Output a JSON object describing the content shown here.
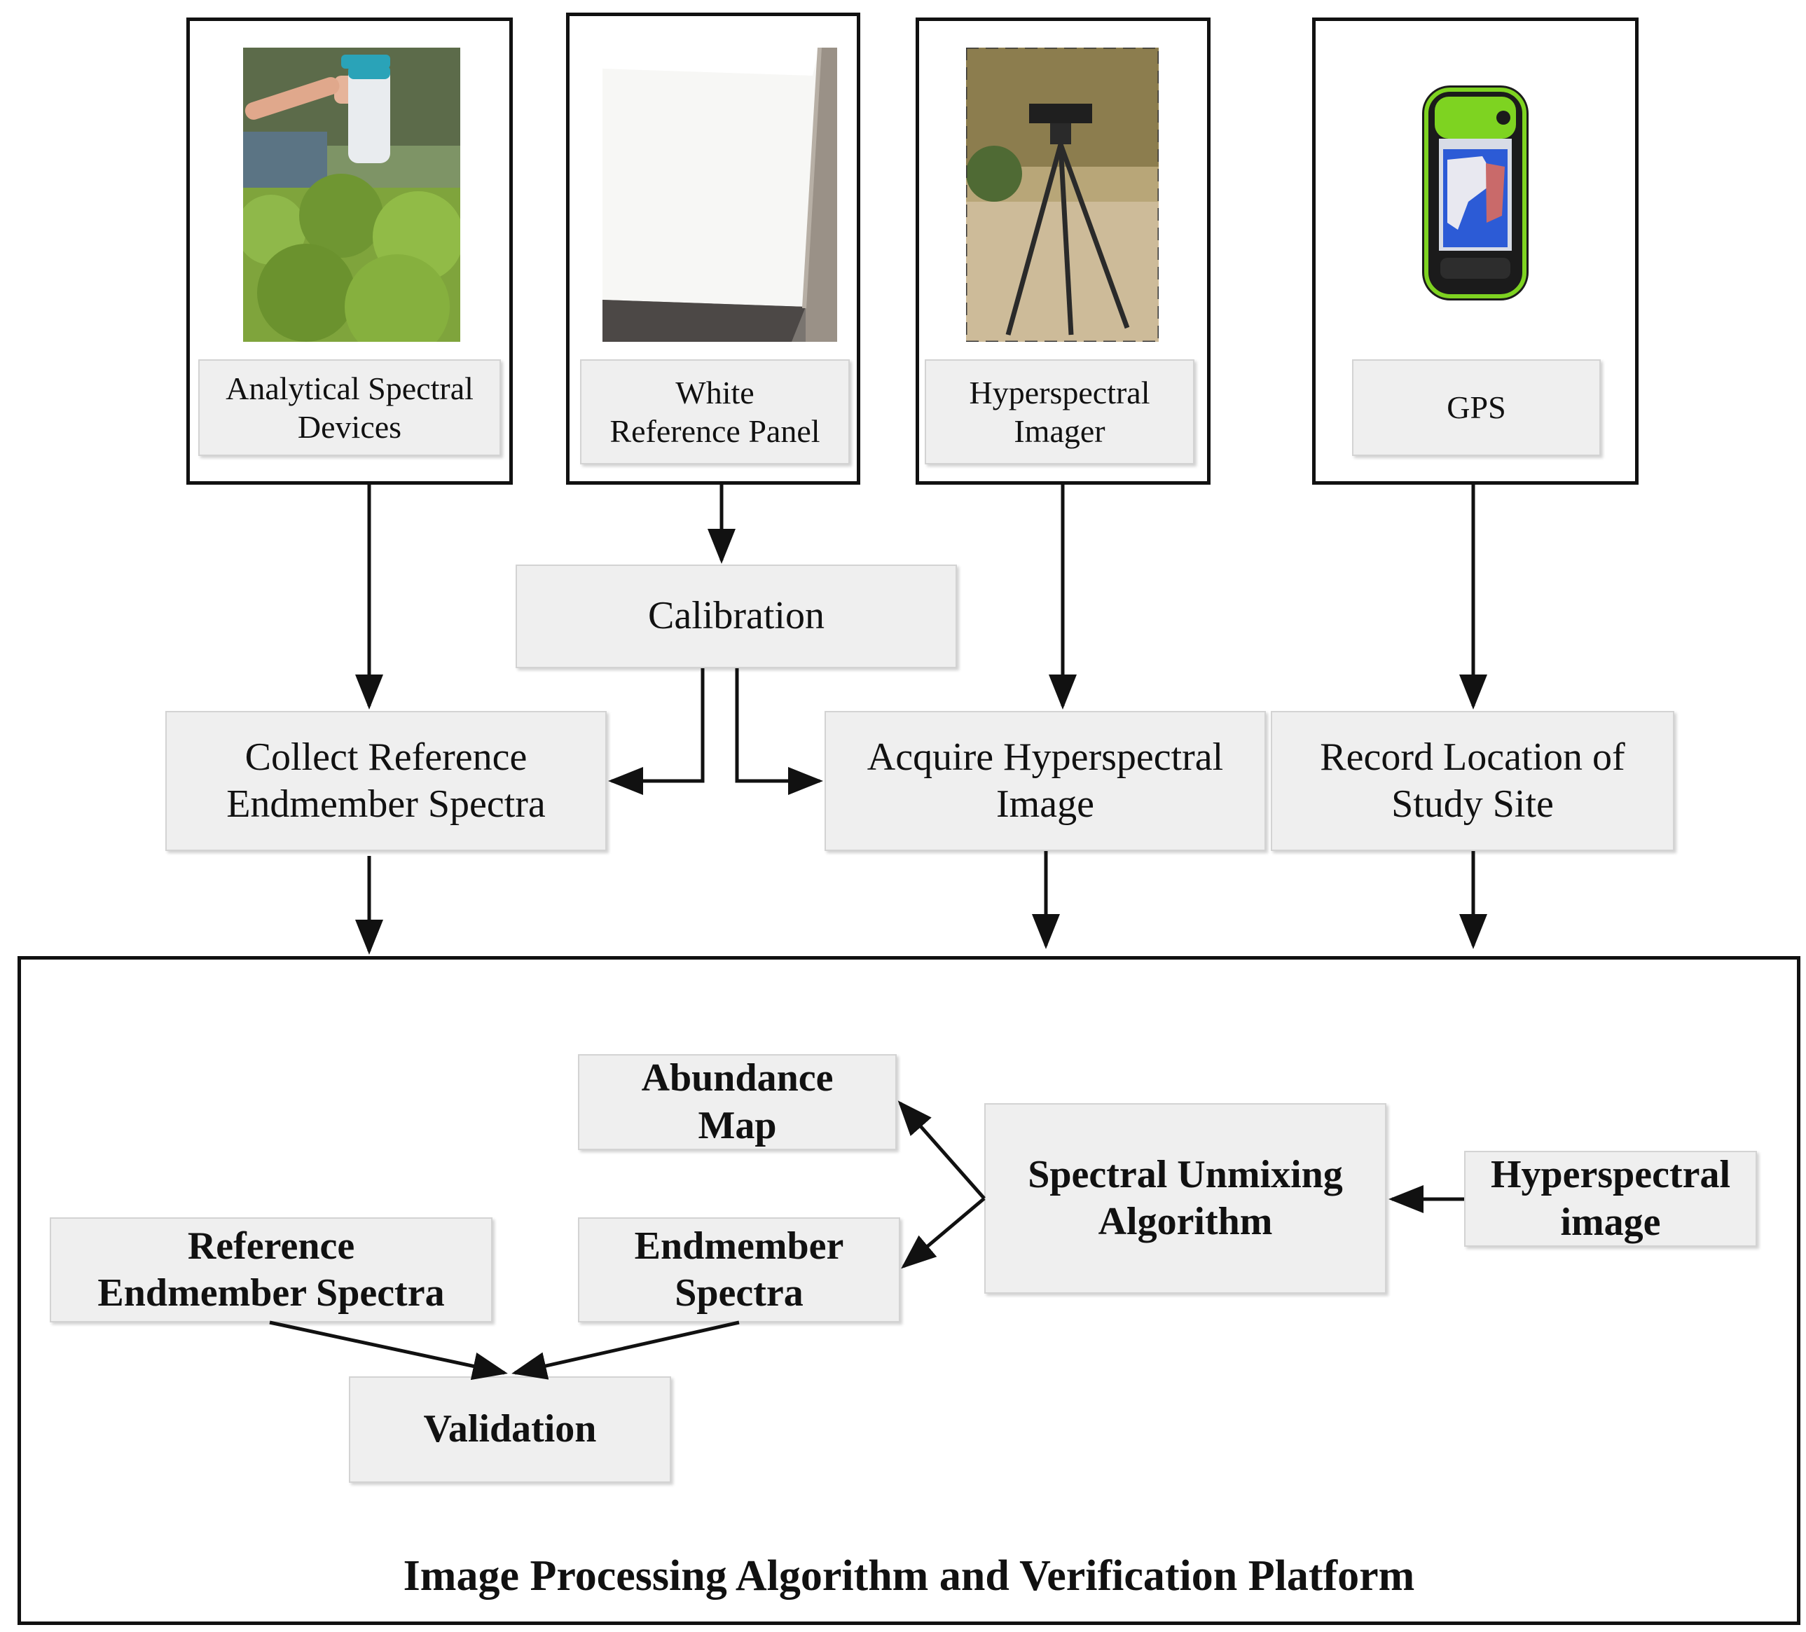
{
  "devices": [
    {
      "label": "Analytical Spectral\nDevices"
    },
    {
      "label": "White\nReference Panel"
    },
    {
      "label": "Hyperspectral\nImager"
    },
    {
      "label": "GPS"
    }
  ],
  "process": {
    "calibration": "Calibration",
    "collect_reference": "Collect Reference\nEndmember Spectra",
    "acquire_image": "Acquire Hyperspectral\nImage",
    "record_location": "Record Location of\nStudy Site"
  },
  "platform": {
    "title": "Image Processing Algorithm and Verification Platform",
    "abundance_map": "Abundance\nMap",
    "spectral_unmixing": "Spectral Unmixing\nAlgorithm",
    "hyperspectral_image": "Hyperspectral\nimage",
    "reference_spectra": "Reference\nEndmember Spectra",
    "endmember_spectra": "Endmember\nSpectra",
    "validation": "Validation"
  },
  "colors": {
    "box_fill": "#efefef",
    "box_border": "#d3d3d3",
    "line": "#111111"
  }
}
